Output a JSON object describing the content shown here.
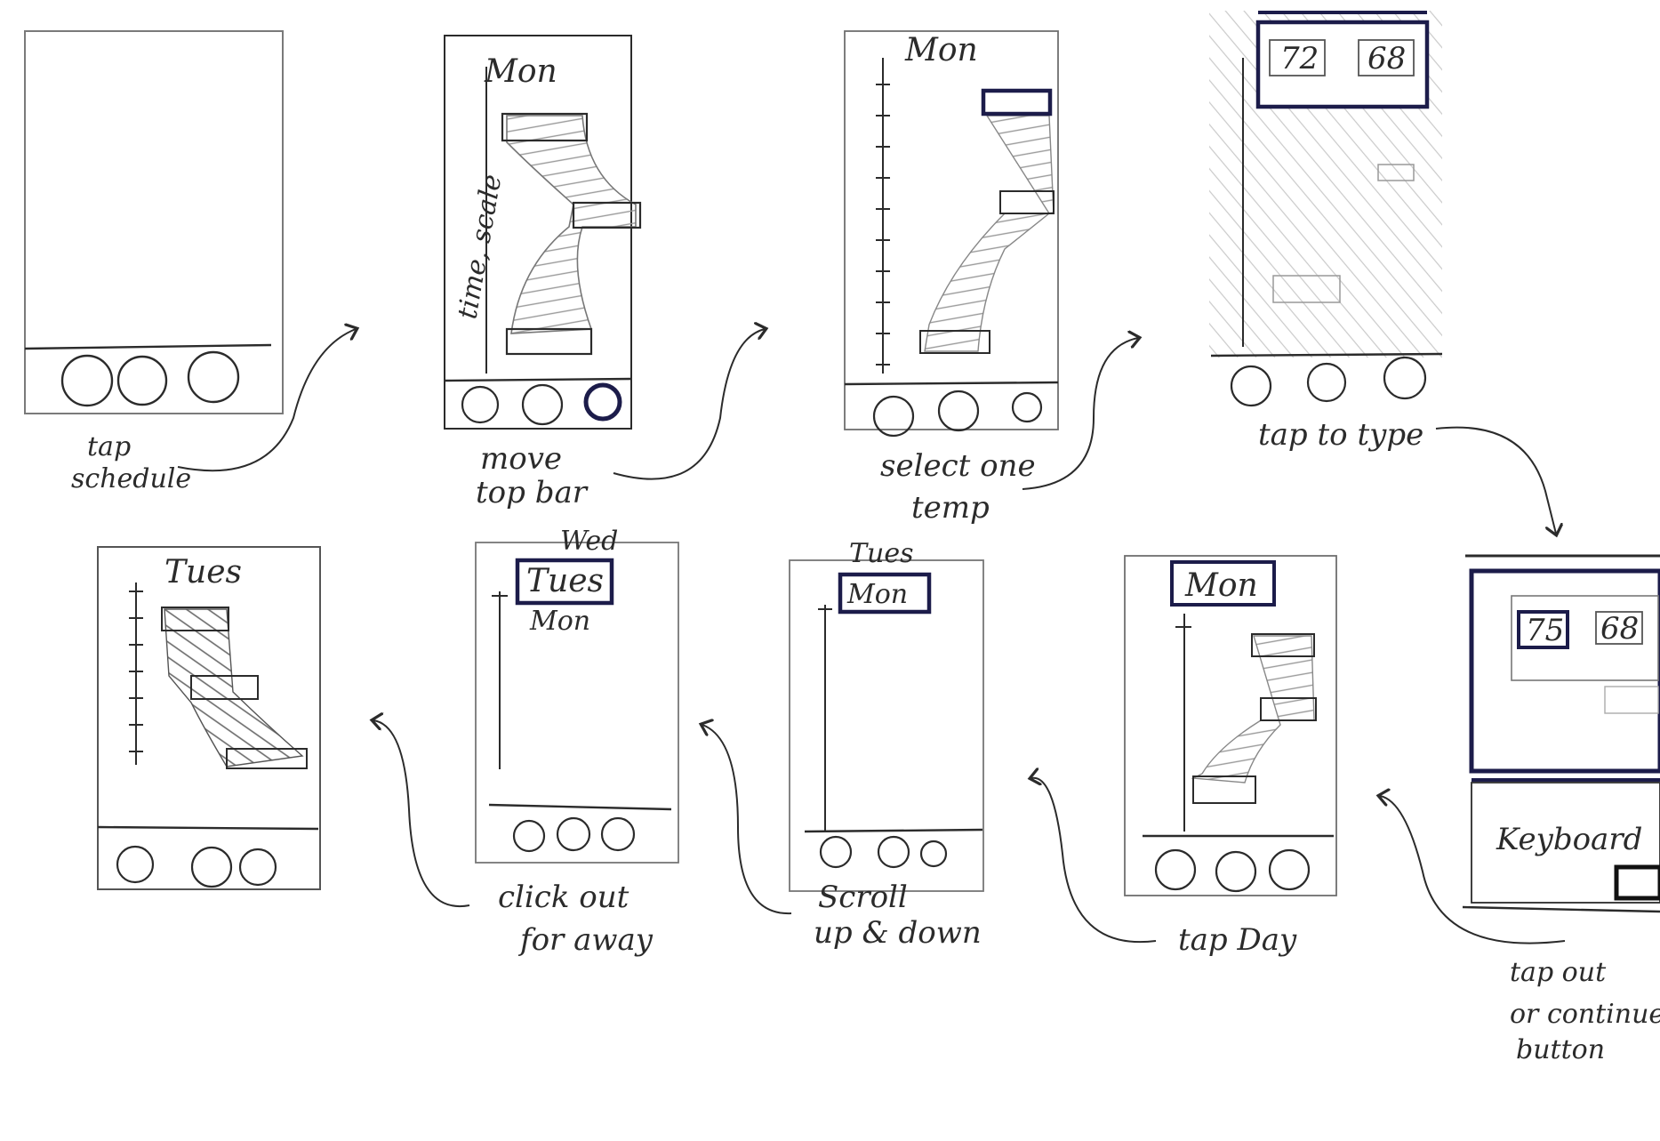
{
  "screens": {
    "s2": {
      "day_label": "Mon",
      "axis_label": "time, scale"
    },
    "s3": {
      "day_label": "Mon"
    },
    "s4": {
      "temp_high": "72",
      "temp_low": "68"
    },
    "s5": {
      "temp_high": "75",
      "temp_low": "68",
      "keyboard_label": "Keyboard"
    },
    "s6": {
      "day_label": "Mon"
    },
    "s7": {
      "day_above": "Tues",
      "day_selected": "Mon"
    },
    "s8": {
      "day_above": "Wed",
      "day_selected": "Tues",
      "day_below": "Mon"
    },
    "s9": {
      "day_label": "Tues"
    }
  },
  "annotations": {
    "a1": [
      "tap",
      "schedule"
    ],
    "a2": [
      "move",
      "top bar"
    ],
    "a3": [
      "select one",
      "temp"
    ],
    "a4": "tap to type",
    "a5": [
      "tap out",
      "or continue",
      "button"
    ],
    "a6": "tap Day",
    "a7": [
      "Scroll",
      "up & down"
    ],
    "a8": [
      "click out",
      "for away"
    ]
  },
  "colors": {
    "ink": "#2b2b2b",
    "pencil": "#8a8a8a",
    "marker": "#1c1c4a",
    "shade": "#bdbdbd"
  }
}
